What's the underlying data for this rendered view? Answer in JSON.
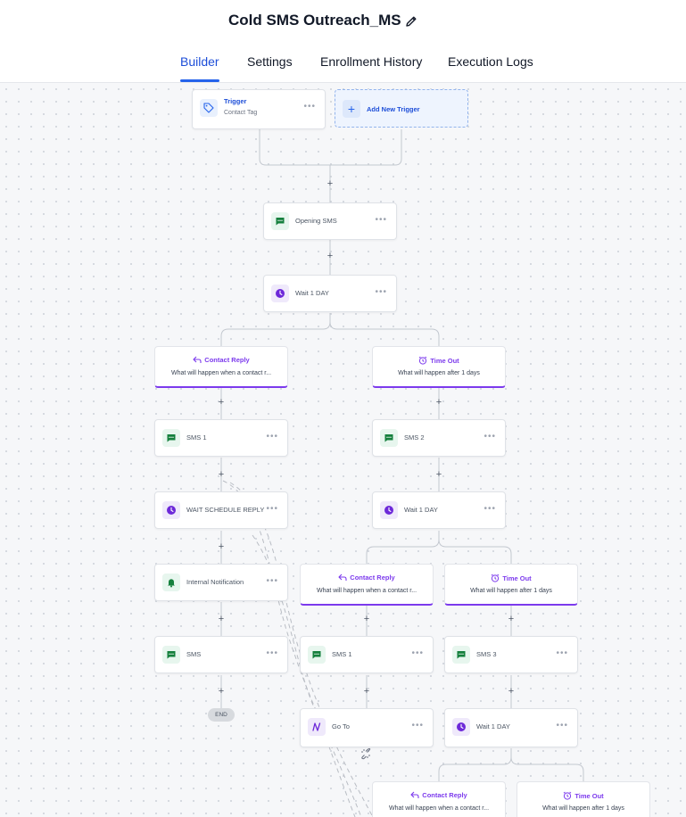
{
  "header": {
    "title": "Cold SMS Outreach_MS"
  },
  "tabs": [
    {
      "label": "Builder",
      "active": true
    },
    {
      "label": "Settings",
      "active": false
    },
    {
      "label": "Enrollment History",
      "active": false
    },
    {
      "label": "Execution Logs",
      "active": false
    }
  ],
  "trigger": {
    "title": "Trigger",
    "subtitle": "Contact Tag",
    "add_label": "Add New Trigger"
  },
  "nodes": {
    "opening_sms": "Opening SMS",
    "wait_main": "Wait 1 DAY",
    "sms1_left": "SMS 1",
    "wait_schedule_reply": "WAIT SCHEDULE REPLY",
    "internal_notification": "Internal Notification",
    "sms_left": "SMS",
    "sms2": "SMS 2",
    "wait_right": "Wait 1 DAY",
    "sms1_mid": "SMS 1",
    "goto": "Go To",
    "sms3": "SMS 3",
    "wait_far": "Wait 1 DAY"
  },
  "branches": {
    "contact_reply_title": "Contact Reply",
    "contact_reply_desc": "What will happen when a contact r...",
    "timeout_title": "Time Out",
    "timeout_desc": "What will happen after 1 days"
  },
  "end_label": "END",
  "menu_glyph": "•••",
  "plus_glyph": "+",
  "colors": {
    "accent_blue": "#2563eb",
    "accent_purple": "#7c3aed",
    "sms_green": "#15803d"
  }
}
